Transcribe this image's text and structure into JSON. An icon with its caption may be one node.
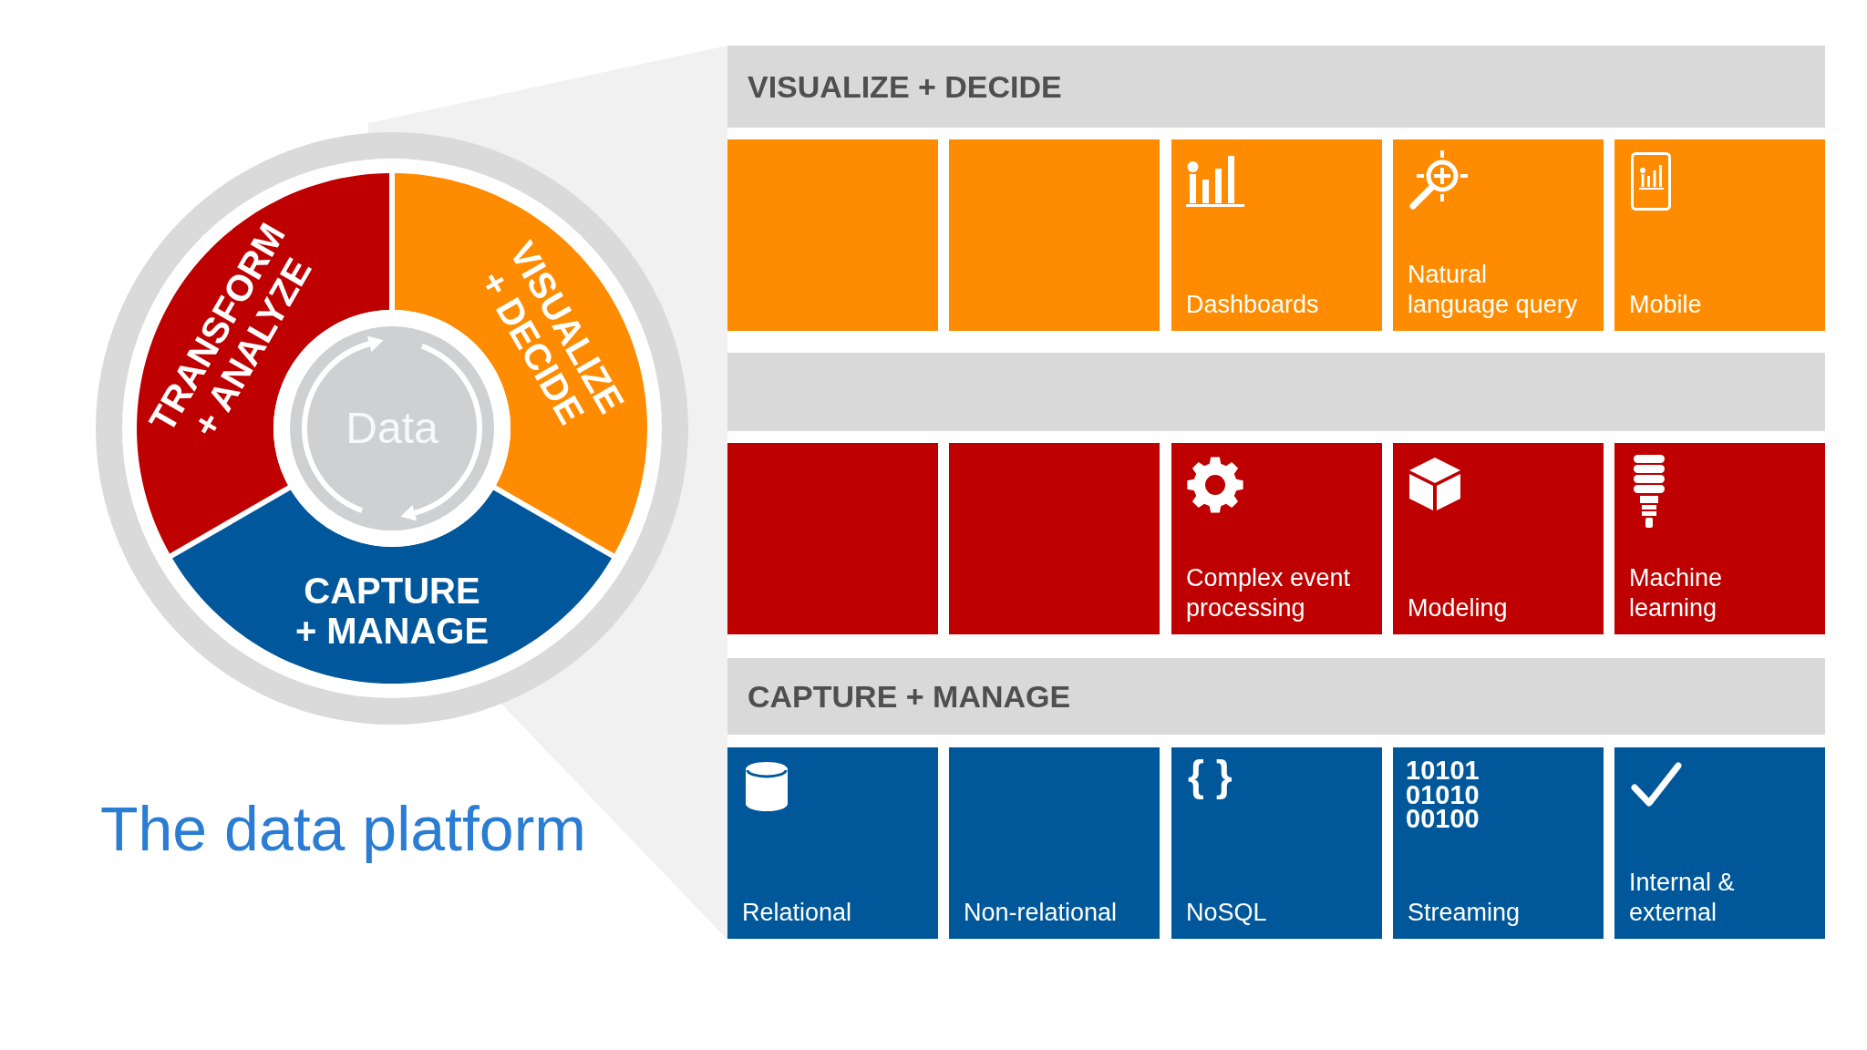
{
  "diagram": {
    "title": "The data platform",
    "nodes": [
      {
        "text": [
          "TRANSFORM + ANALYZE"
        ]
      },
      {
        "text": [
          "VISUALIZE + DECIDE"
        ]
      },
      {
        "text": [
          "CAPTURE + MANAGE"
        ]
      },
      {
        "text": [
          "Data"
        ]
      },
      {
        "text": [
          "VISUALIZE + DECIDE"
        ]
      },
      {
        "text": [],
        "shape": "box"
      },
      {
        "text": [],
        "shape": "box"
      },
      {
        "text": [
          "Dashboards"
        ]
      },
      {
        "text": [
          "Natural language query"
        ]
      },
      {
        "text": [
          "Mobile"
        ]
      },
      {
        "text": [],
        "shape": "bar"
      },
      {
        "text": [],
        "shape": "box"
      },
      {
        "text": [],
        "shape": "box"
      },
      {
        "text": [
          "Complex event processing"
        ]
      },
      {
        "text": [
          "Modeling"
        ]
      },
      {
        "text": [
          "Machine learning"
        ]
      },
      {
        "text": [
          "CAPTURE + MANAGE"
        ]
      },
      {
        "text": [
          "Relational"
        ]
      },
      {
        "text": [
          "Non-relational"
        ]
      },
      {
        "text": [
          "{ }",
          "NoSQL"
        ]
      },
      {
        "text": [
          "10101 01010 00100",
          "Streaming"
        ]
      },
      {
        "text": [
          "Internal & external"
        ]
      }
    ]
  }
}
